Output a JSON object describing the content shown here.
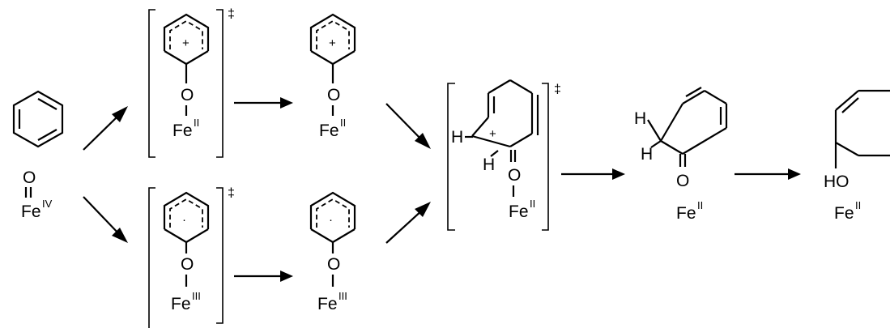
{
  "labels": {
    "oxo_O": "O",
    "fe": "Fe",
    "ox_IV": "IV",
    "ox_II": "II",
    "ox_III": "III",
    "o": "O",
    "h": "H",
    "ho": "HO",
    "plus": "+",
    "radical_dot": "·",
    "ts": "‡"
  }
}
